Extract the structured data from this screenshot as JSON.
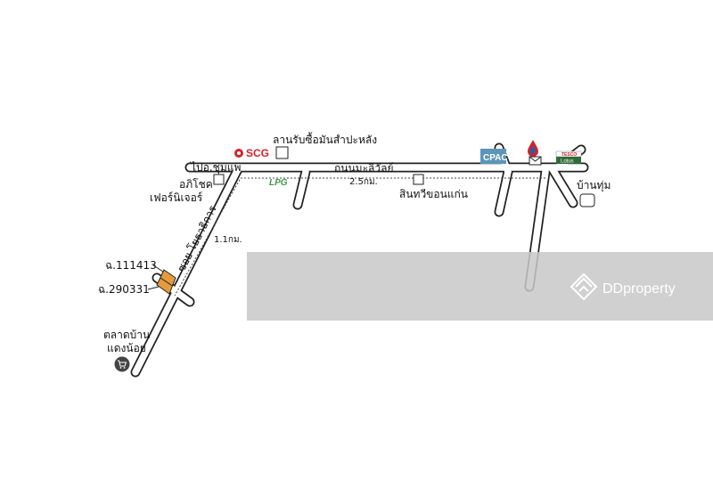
{
  "map": {
    "roads": {
      "main_road_label": "ถนนมะลิวัลย์",
      "to_chumphae_label": "ไปอ.ชุมแพ",
      "soi_label": "ซอย โยธาธิการ",
      "distance_main": "2.5กม.",
      "distance_soi": "1.1กม."
    },
    "places": {
      "scg_logo": "SCG",
      "cassava_yard": "ลานรับซื้อมันสำปะหลัง",
      "cpac_logo": "CPAC",
      "lpg_logo": "LPG",
      "tesco_logo": "TESCO",
      "lotus_logo": "Lotus",
      "aphichoke_line1": "อภิโชค",
      "aphichoke_line2": "เฟอร์นิเจอร์",
      "sinthawee": "สินทวีขอนแก่น",
      "ban_thum": "บ้านทุ่ม",
      "market_line1": "ตลาดบ้าน",
      "market_line2": "แดงน้อย",
      "title_deed_1": "ฉ.111413",
      "title_deed_2": "ฉ.290331"
    },
    "watermark": "DDproperty",
    "colors": {
      "road_outline": "#222222",
      "plot_fill": "#e59a3c",
      "watermark_band": "#c8c8c8",
      "scg_red": "#d2232a",
      "cpac_blue": "#5b95b7",
      "lpg_green": "#3a9b47"
    }
  }
}
